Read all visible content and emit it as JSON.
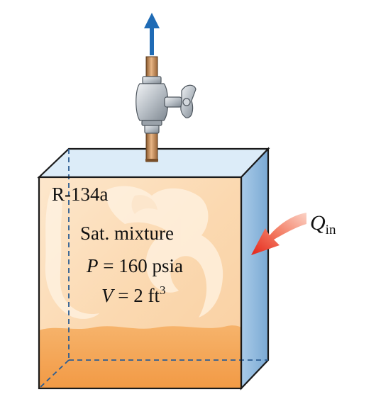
{
  "tank": {
    "substance": "R-134a",
    "state": "Sat. mixture",
    "pressure": {
      "symbol": "P",
      "text": " = 160 psia"
    },
    "volume": {
      "symbol": "V",
      "text": " = 2 ft",
      "exponent": "3"
    }
  },
  "heat": {
    "symbol": "Q",
    "subscript": "in"
  },
  "colors": {
    "liquid": "#f4a85a",
    "vapor": "#fde3c4",
    "tank_top": "#dcecf8",
    "tank_side": "#8db8dd",
    "outline": "#1a1a1a",
    "outflow_arrow": "#1f6bb5",
    "heat_arrow": "#e83a2a",
    "pipe": "#c68a55",
    "valve": "#b9c0c7"
  },
  "icons": {
    "valve": "valve-icon",
    "outflow": "up-arrow-icon",
    "heat": "heat-arrow-icon"
  }
}
